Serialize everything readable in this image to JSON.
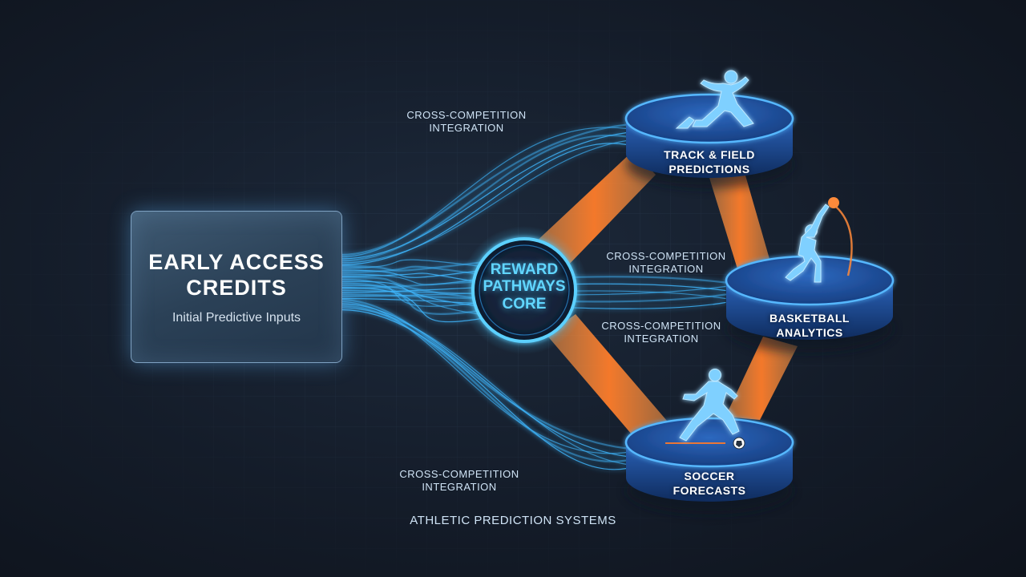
{
  "start": {
    "title": "EARLY ACCESS\nCREDITS",
    "subtitle": "Initial Predictive Inputs"
  },
  "core": {
    "label": "REWARD\nPATHWAYS\nCORE"
  },
  "nodes": [
    {
      "label": "TRACK & FIELD\nPREDICTIONS",
      "icon": "sprinter-icon"
    },
    {
      "label": "BASKETBALL\nANALYTICS",
      "icon": "basketball-player-icon"
    },
    {
      "label": "SOCCER\nFORECASTS",
      "icon": "soccer-player-icon"
    }
  ],
  "connections": [
    "CROSS-COMPETITION\nINTEGRATION",
    "CROSS-COMPETITION\nINTEGRATION",
    "CROSS-COMPETITION\nINTEGRATION",
    "CROSS-COMPETITION\nINTEGRATION"
  ],
  "footer": "ATHLETIC PREDICTION SYSTEMS",
  "colors": {
    "background": "#141c29",
    "flow_blue": "#3fb8ff",
    "core_glow": "#61d6ff",
    "orange_link": "#ff8a3a",
    "node_fill": "#1f4f96",
    "node_rim": "#4fb2ff"
  }
}
